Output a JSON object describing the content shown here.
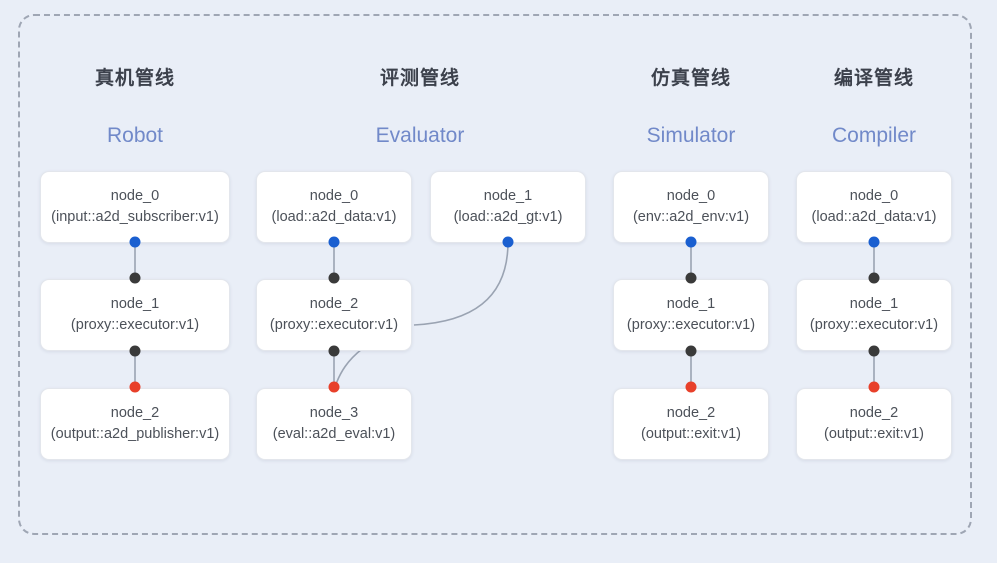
{
  "diagram": {
    "background_color": "#e9eef7",
    "frame_border_color": "#9fa6b4",
    "port_colors": {
      "output_blue": "#1a5fd0",
      "input_dark": "#3a3a3a",
      "terminal_red": "#e8402a"
    },
    "edge_color": "#9aa3b2",
    "title_cn_color": "#3c414c",
    "title_en_color": "#7189c9"
  },
  "columns": [
    {
      "title_cn": "真机管线",
      "title_en": "Robot",
      "nodes": [
        {
          "name": "node_0",
          "spec": "(input::a2d_subscriber:v1)"
        },
        {
          "name": "node_1",
          "spec": "(proxy::executor:v1)"
        },
        {
          "name": "node_2",
          "spec": "(output::a2d_publisher:v1)"
        }
      ]
    },
    {
      "title_cn": "评测管线",
      "title_en": "Evaluator",
      "nodes": [
        {
          "name": "node_0",
          "spec": "(load::a2d_data:v1)"
        },
        {
          "name": "node_1",
          "spec": "(load::a2d_gt:v1)"
        },
        {
          "name": "node_2",
          "spec": "(proxy::executor:v1)"
        },
        {
          "name": "node_3",
          "spec": "(eval::a2d_eval:v1)"
        }
      ]
    },
    {
      "title_cn": "仿真管线",
      "title_en": "Simulator",
      "nodes": [
        {
          "name": "node_0",
          "spec": "(env::a2d_env:v1)"
        },
        {
          "name": "node_1",
          "spec": "(proxy::executor:v1)"
        },
        {
          "name": "node_2",
          "spec": "(output::exit:v1)"
        }
      ]
    },
    {
      "title_cn": "编译管线",
      "title_en": "Compiler",
      "nodes": [
        {
          "name": "node_0",
          "spec": "(load::a2d_data:v1)"
        },
        {
          "name": "node_1",
          "spec": "(proxy::executor:v1)"
        },
        {
          "name": "node_2",
          "spec": "(output::exit:v1)"
        }
      ]
    }
  ]
}
